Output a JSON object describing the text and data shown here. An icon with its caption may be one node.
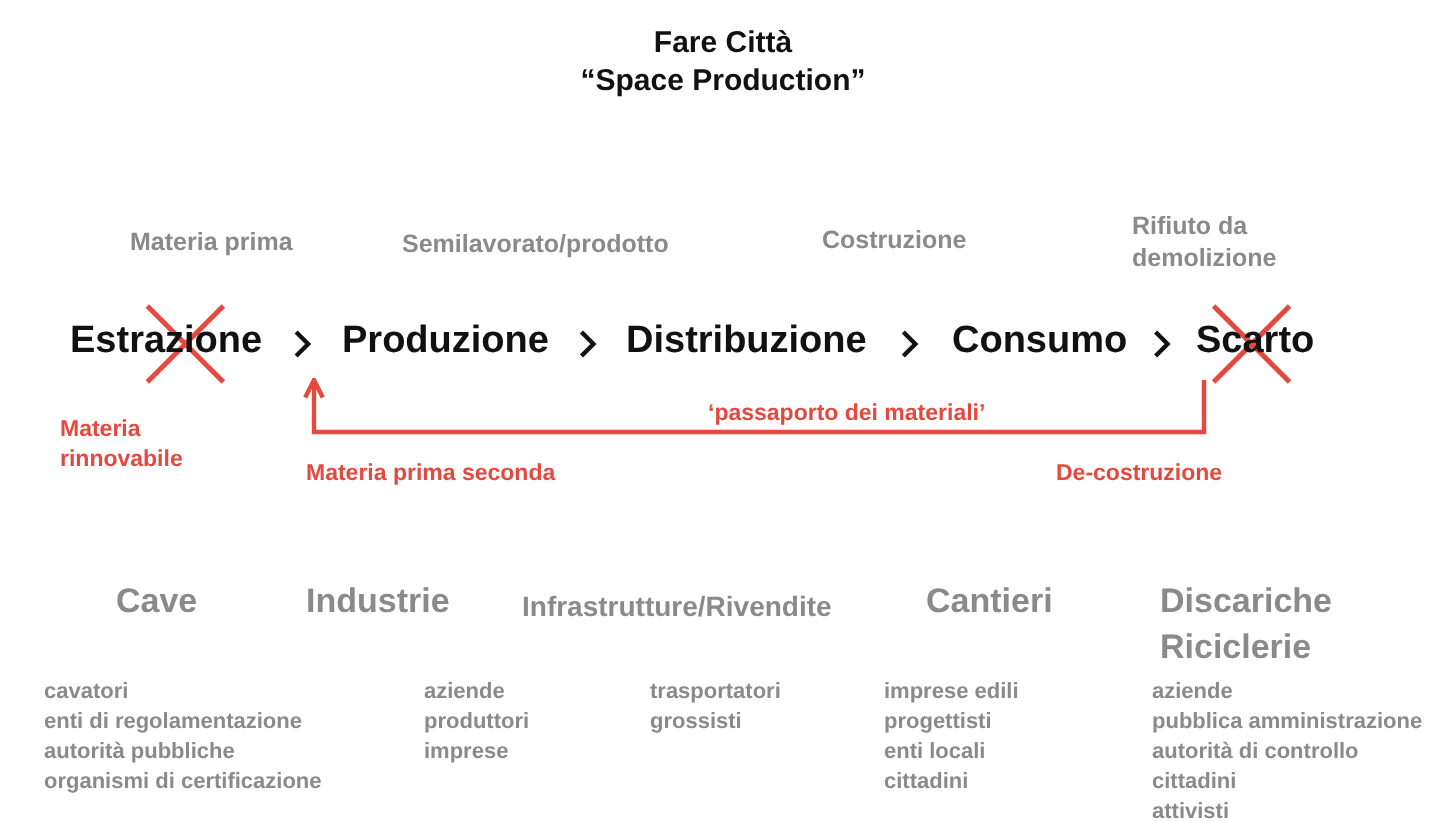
{
  "diagram": {
    "title": "Fare Città “Space Production”",
    "nodes": [
      {
        "text": [
          "Estrazione"
        ],
        "beside": [
          "Materia prima",
          "Materia rinnovabile"
        ]
      },
      {
        "text": [
          "Produzione"
        ],
        "beside": [
          "Semilavorato/prodotto"
        ]
      },
      {
        "text": [
          "Distribuzione"
        ],
        "beside": [
          "Costruzione"
        ]
      },
      {
        "text": [
          "Consumo"
        ]
      },
      {
        "text": [
          "Scarto"
        ],
        "beside": [
          "Rifiuto da demolizione"
        ]
      }
    ],
    "edges": [
      {
        "from": 0,
        "to": 1,
        "arrow": "to"
      },
      {
        "from": 1,
        "to": 2,
        "arrow": "to"
      },
      {
        "from": 2,
        "to": 3,
        "arrow": "to"
      },
      {
        "from": 3,
        "to": 4,
        "arrow": "to"
      },
      {
        "from": 4,
        "to": 1,
        "arrow": "to",
        "label": "‘passaporto dei materiali’",
        "color": "#e5483f"
      }
    ],
    "labels": [
      "Materia prima seconda",
      "De-costruzione",
      "Cave",
      "Industrie",
      "Infrastrutture/Rivendite",
      "Cantieri",
      "Discariche Riciclerie",
      "cavatori",
      "enti di regolamentazione",
      "autorità pubbliche",
      "organismi di certificazione",
      "aziende",
      "produttori",
      "imprese",
      "trasportatori",
      "grossisti",
      "imprese edili",
      "progettisti",
      "enti locali",
      "cittadini",
      "aziende",
      "pubblica amministrazione",
      "autorità di controllo",
      "cittadini",
      "attivisti"
    ]
  }
}
